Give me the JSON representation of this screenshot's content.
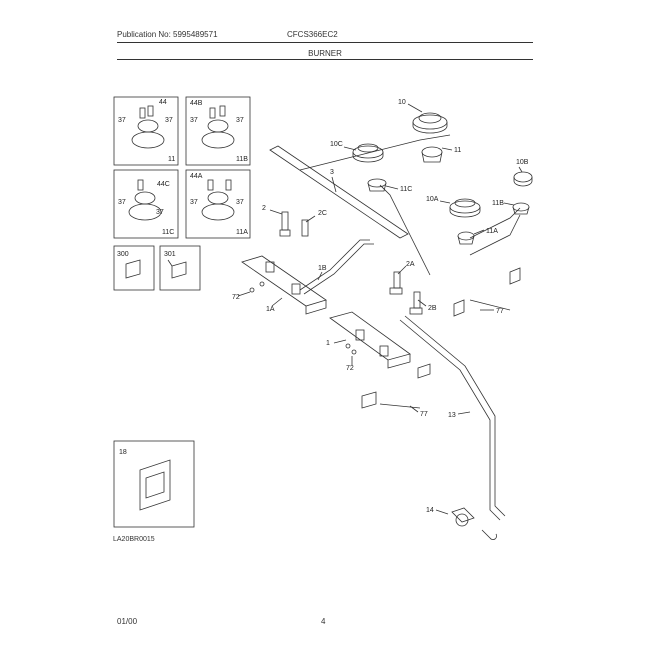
{
  "header": {
    "publication": "Publication No: 5995489571",
    "model": "CFCS366EC2",
    "section_title": "BURNER"
  },
  "callouts": {
    "c10": "10",
    "c10b": "10B",
    "c10c": "10C",
    "c10a": "10A",
    "c11": "11",
    "c11c": "11C",
    "c11b": "11B",
    "c11a": "11A",
    "c3": "3",
    "c2": "2",
    "c2c": "2C",
    "c2a": "2A",
    "c2b": "2B",
    "c1b": "1B",
    "c1a": "1A",
    "c1": "1",
    "c72a": "72",
    "c72b": "72",
    "c77a": "77",
    "c77b": "77",
    "c13": "13",
    "c14": "14",
    "c18": "18"
  },
  "insets": {
    "a": {
      "p1": "44",
      "p2": "37",
      "p3": "37",
      "p4": "11"
    },
    "b": {
      "p1": "44B",
      "p2": "37",
      "p3": "37",
      "p4": "11B"
    },
    "c": {
      "p1": "44C",
      "p2": "37",
      "p3": "37",
      "p4": "11C"
    },
    "d": {
      "p1": "44A",
      "p2": "37",
      "p3": "37",
      "p4": "11A"
    },
    "e": {
      "p1": "300"
    },
    "f": {
      "p1": "301"
    }
  },
  "footer": {
    "figure_code": "LA20BR0015",
    "date": "01/00",
    "page": "4"
  }
}
